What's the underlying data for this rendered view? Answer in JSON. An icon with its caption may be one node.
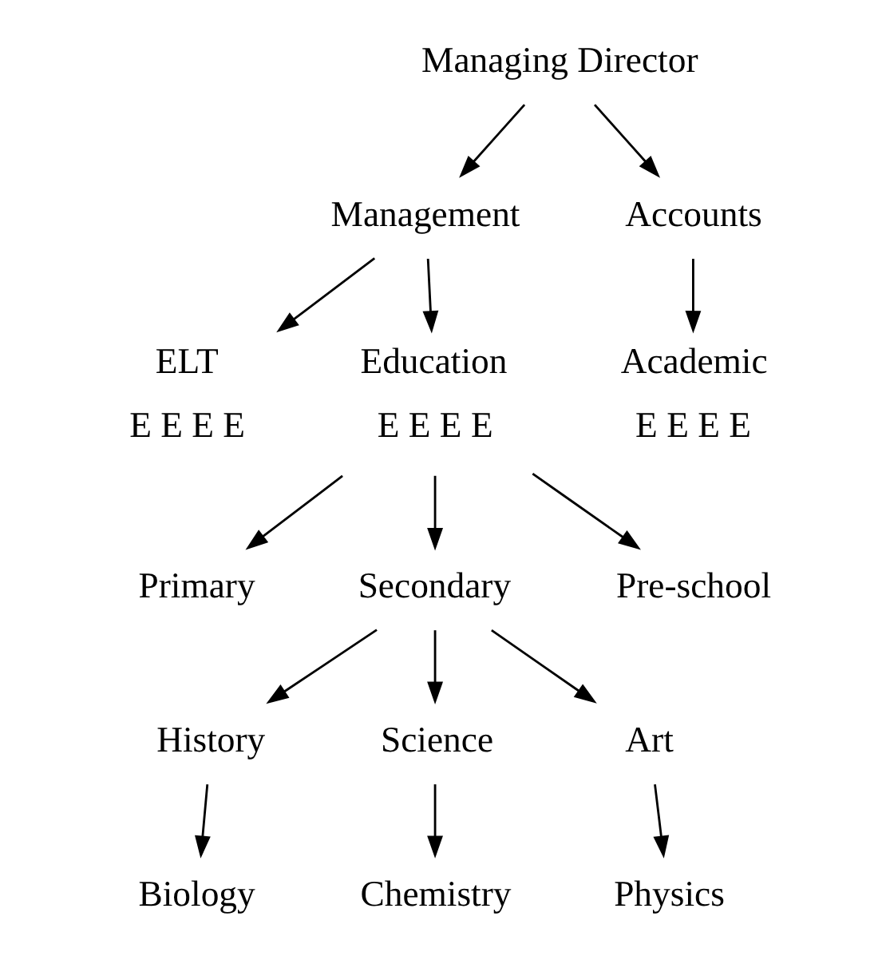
{
  "diagram": {
    "nodes": [
      {
        "text": [
          "Managing Director"
        ]
      },
      {
        "text": [
          "Management"
        ]
      },
      {
        "text": [
          "Accounts"
        ]
      },
      {
        "text": [
          "ELT"
        ],
        "beside": [
          "E E E E"
        ]
      },
      {
        "text": [
          "Education"
        ],
        "beside": [
          "E E E E"
        ]
      },
      {
        "text": [
          "Academic"
        ],
        "beside": [
          "E E E E"
        ]
      },
      {
        "text": [
          "Primary"
        ]
      },
      {
        "text": [
          "Secondary"
        ]
      },
      {
        "text": [
          "Pre-school"
        ]
      },
      {
        "text": [
          "History"
        ]
      },
      {
        "text": [
          "Science"
        ]
      },
      {
        "text": [
          "Art"
        ]
      },
      {
        "text": [
          "Biology"
        ]
      },
      {
        "text": [
          "Chemistry"
        ]
      },
      {
        "text": [
          "Physics"
        ]
      }
    ],
    "edges": [
      {
        "from": 0,
        "to": 1,
        "arrow": "to"
      },
      {
        "from": 0,
        "to": 2,
        "arrow": "to"
      },
      {
        "from": 1,
        "to": 3,
        "arrow": "to"
      },
      {
        "from": 1,
        "to": 4,
        "arrow": "to"
      },
      {
        "from": 2,
        "to": 5,
        "arrow": "to"
      },
      {
        "from": 4,
        "to": 6,
        "arrow": "to"
      },
      {
        "from": 4,
        "to": 7,
        "arrow": "to"
      },
      {
        "from": 4,
        "to": 8,
        "arrow": "to"
      },
      {
        "from": 7,
        "to": 9,
        "arrow": "to"
      },
      {
        "from": 7,
        "to": 10,
        "arrow": "to"
      },
      {
        "from": 7,
        "to": 11,
        "arrow": "to"
      },
      {
        "from": 9,
        "to": 12,
        "arrow": "to"
      },
      {
        "from": 10,
        "to": 13,
        "arrow": "to"
      },
      {
        "from": 11,
        "to": 14,
        "arrow": "to"
      }
    ]
  }
}
